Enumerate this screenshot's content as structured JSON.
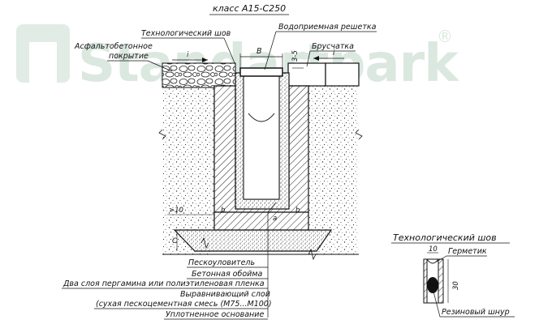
{
  "title": "класс А15-С250",
  "watermark": {
    "text": "Standartpark",
    "mark": "®",
    "color": "#d8e6df"
  },
  "labels": {
    "tech_seam": "Технологический шов",
    "grate": "Водоприемная решетка",
    "asphalt_line1": "Асфальтобетонное",
    "asphalt_line2": "покрытие",
    "paving": "Брусчатка",
    "dim_b": "B",
    "dim_gap": "3-5",
    "slope_i_left": "i",
    "slope_i_right": "i",
    "dim_10": ">10",
    "dim_b_left": "b",
    "dim_b_right": "b",
    "dim_a": "a",
    "dim_c": "C"
  },
  "legend_items": [
    "Пескоуловитель",
    "Бетонная обойма",
    "Два слоя пергамина или полиэтиленовая пленка",
    "Выравнивающий слой",
    "(сухая пескоцементная смесь (М75...М100)",
    "Уплотненное основание"
  ],
  "detail": {
    "title": "Технологический шов",
    "dim_10": "10",
    "dim_30": "30",
    "sealant": "Герметик",
    "cord": "Резиновый шнур"
  }
}
